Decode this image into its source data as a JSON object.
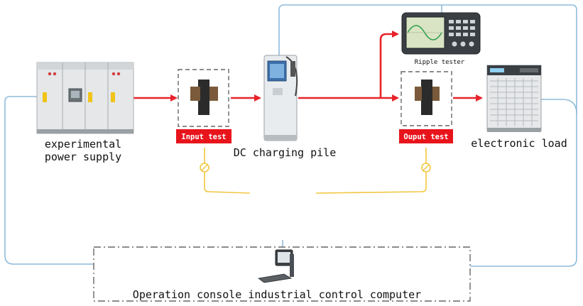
{
  "labels": {
    "power_supply_line1": "experimental",
    "power_supply_line2": "power supply",
    "input_test": "Input test",
    "charging_pile": "DC charging pile",
    "ripple_tester": "Ripple tester",
    "output_test": "Ouput test",
    "electronic_load": "electronic load",
    "console": "Operation console industrial control computer"
  },
  "colors": {
    "power_flow": "#e8222a",
    "signal_line": "#f2c640",
    "control_line": "#8fbcdc",
    "test_badge": "#e8141c",
    "dashed_box": "#666666"
  }
}
